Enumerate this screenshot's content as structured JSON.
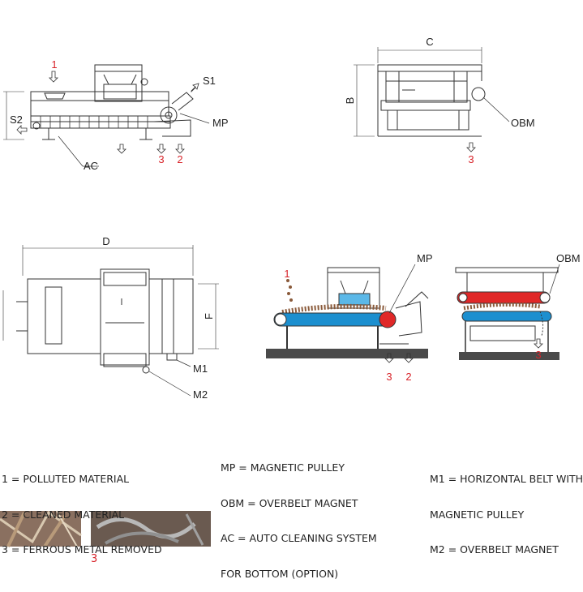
{
  "drawings": {
    "side_view": {
      "labels": {
        "one": "1",
        "s1": "S1",
        "s2": "S2",
        "mp": "MP",
        "ac": "AC",
        "three": "3",
        "two": "2"
      }
    },
    "end_view": {
      "labels": {
        "c": "C",
        "b": "B",
        "obm": "OBM",
        "three": "3"
      }
    },
    "plan_view": {
      "labels": {
        "d": "D",
        "f": "F",
        "m1": "M1",
        "m2": "M2"
      }
    },
    "m1_scheme": {
      "labels": {
        "one": "1",
        "mp": "MP",
        "three": "3",
        "two": "2"
      }
    },
    "m2_scheme": {
      "labels": {
        "obm": "OBM",
        "three": "3"
      }
    }
  },
  "legend": {
    "col1": [
      "1 = POLLUTED MATERIAL",
      "2 = CLEANED MATERIAL",
      "3 = FERROUS METAL REMOVED"
    ],
    "col2": [
      "MP = MAGNETIC PULLEY",
      "OBM = OVERBELT MAGNET",
      "AC = AUTO CLEANING SYSTEM",
      "FOR BOTTOM (OPTION)"
    ],
    "col3": [
      "M1 = HORIZONTAL BELT WITH",
      "MAGNETIC PULLEY",
      "M2 = OVERBELT MAGNET"
    ]
  },
  "photos": {
    "caption": "3"
  },
  "colors": {
    "line": "#333333",
    "accent_red": "#d8242a",
    "belt_blue": "#1c8fcf",
    "magnet_red": "#e02828",
    "ground": "#4a4a4a",
    "material": "#8a5a3a"
  }
}
